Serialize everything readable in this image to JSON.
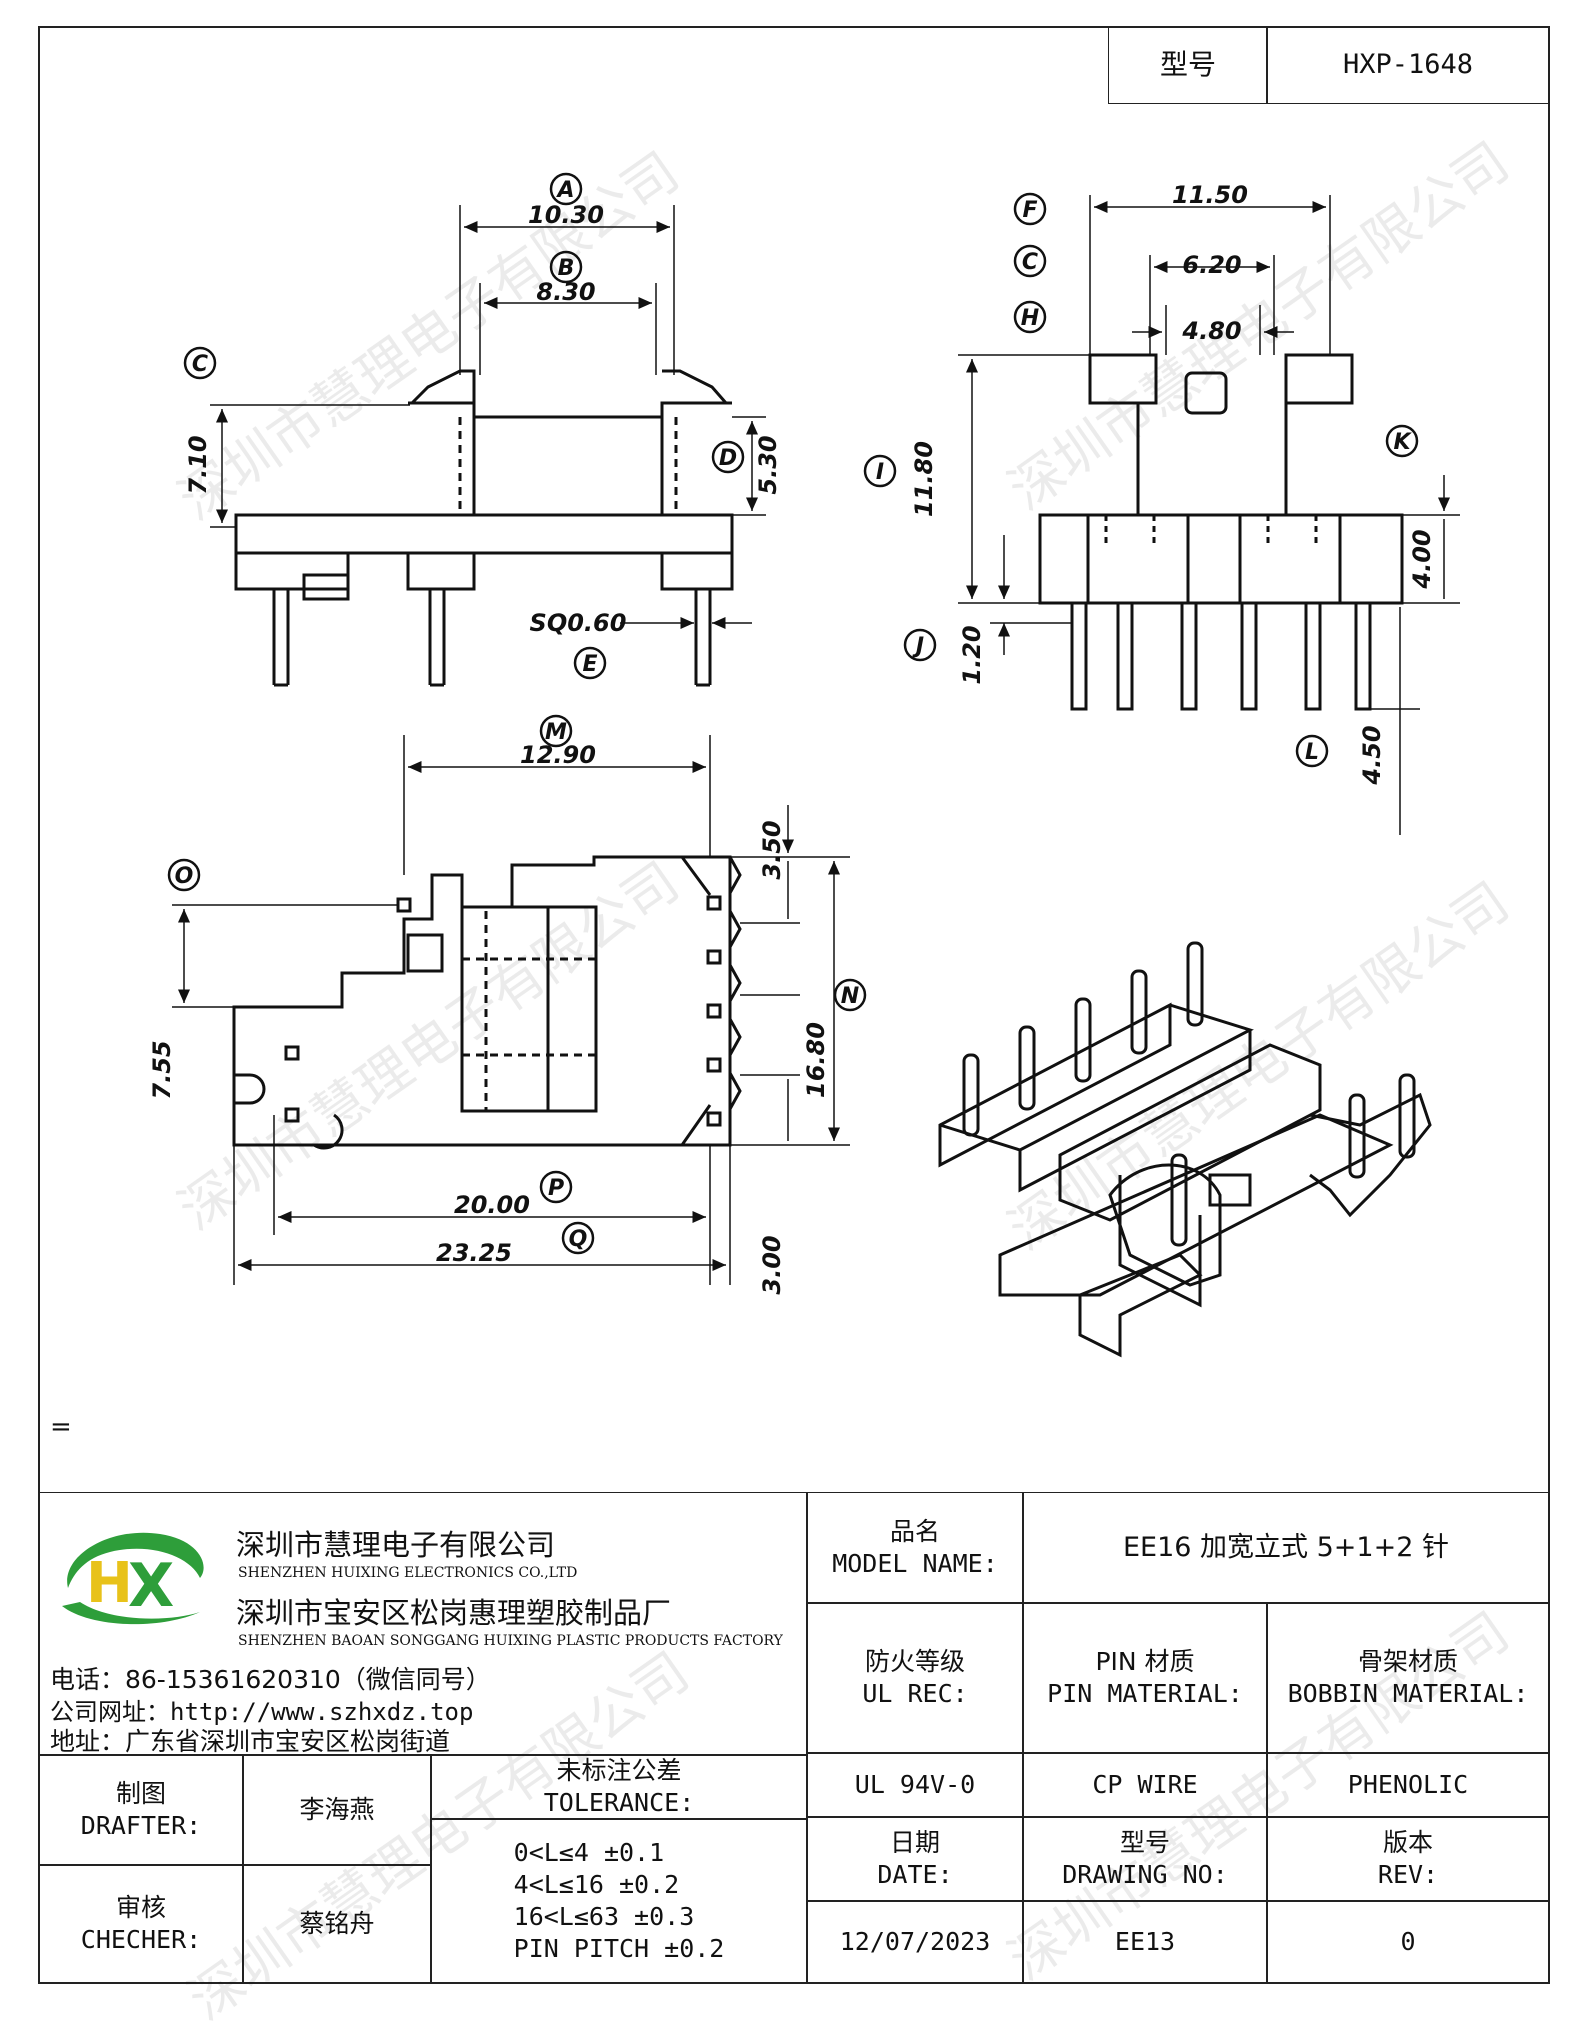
{
  "header": {
    "type_label": "型号",
    "type_value": "HXP-1648"
  },
  "drawing": {
    "dims": {
      "A": "10.30",
      "B": "8.30",
      "D": "5.30",
      "C_left": "7.10",
      "E": "SQ0.60",
      "F": "11.50",
      "G": "6.20",
      "H": "4.80",
      "I": "11.80",
      "J": "1.20",
      "K": "4.00",
      "L": "4.50",
      "M": "12.90",
      "N": "16.80",
      "O": "7.55",
      "P": "20.00",
      "Q": "23.25",
      "top_right_35": "3.50",
      "bottom_right_30": "3.00"
    },
    "letters": [
      "A",
      "B",
      "C",
      "D",
      "E",
      "F",
      "C",
      "H",
      "I",
      "J",
      "K",
      "L",
      "M",
      "N",
      "O",
      "P",
      "Q"
    ],
    "stray_mark": "="
  },
  "company": {
    "name_cn": "深圳市慧理电子有限公司",
    "name_en": "SHENZHEN HUIXING ELECTRONICS CO.,LTD",
    "factory_cn": "深圳市宝安区松岗惠理塑胶制品厂",
    "factory_en": "SHENZHEN BAOAN SONGGANG HUIXING PLASTIC PRODUCTS FACTORY",
    "phone": "电话：86-15361620310（微信同号）",
    "website": "公司网址：http://www.szhxdz.top",
    "address": "地址：广东省深圳市宝安区松岗街道",
    "logo_letters": "HX"
  },
  "title_block": {
    "model_name_cn": "品名",
    "model_name_en": "MODEL NAME:",
    "model_name_value": "EE16 加宽立式 5+1+2 针",
    "ul_cn": "防火等级",
    "ul_en": "UL REC:",
    "pin_cn": "PIN 材质",
    "pin_en": "PIN MATERIAL:",
    "bobbin_cn": "骨架材质",
    "bobbin_en": "BOBBIN MATERIAL:",
    "ul_value": "UL 94V-0",
    "pin_value": "CP WIRE",
    "bobbin_value": "PHENOLIC",
    "date_cn": "日期",
    "date_en": "DATE:",
    "dwg_cn": "型号",
    "dwg_en": "DRAWING NO:",
    "rev_cn": "版本",
    "rev_en": "REV:",
    "date_value": "12/07/2023",
    "dwg_value": "EE13",
    "rev_value": "0",
    "drafter_cn": "制图",
    "drafter_en": "DRAFTER:",
    "drafter_name": "李海燕",
    "checker_cn": "审核",
    "checker_en": "CHECHER:",
    "checker_name": "蔡铭舟",
    "tolerance_cn": "未标注公差",
    "tolerance_en": "TOLERANCE:",
    "tolerance_lines": [
      "0<L≤4  ±0.1",
      "4<L≤16 ±0.2",
      "16<L≤63 ±0.3",
      "PIN PITCH ±0.2"
    ]
  },
  "watermark": "深圳市慧理电子有限公司",
  "colors": {
    "logo_green": "#2e9e3a",
    "logo_yellow": "#e8c21a",
    "line": "#111111"
  }
}
